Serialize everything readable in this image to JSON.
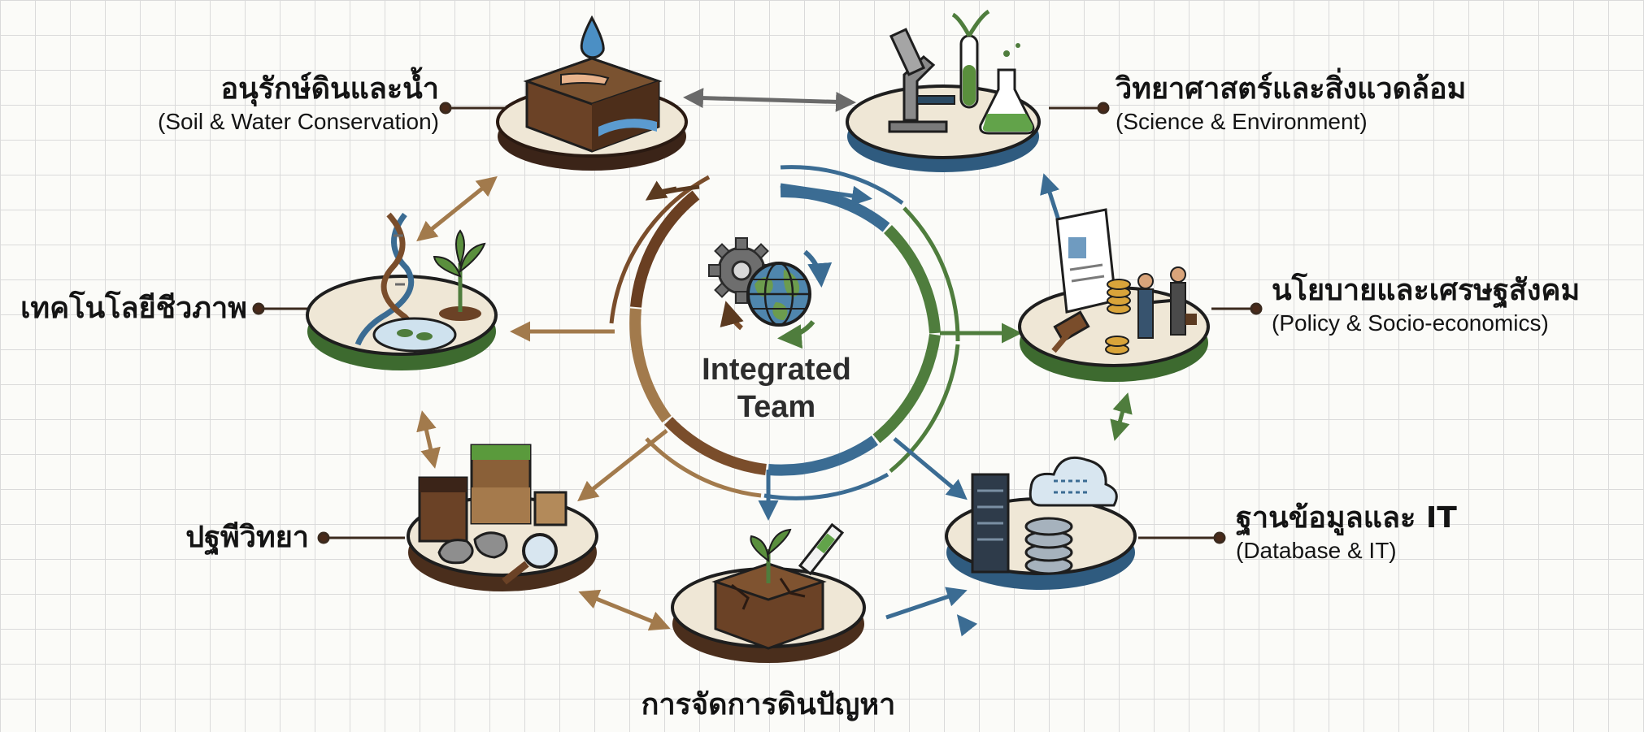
{
  "center": {
    "line1": "Integrated",
    "line2": "Team"
  },
  "nodes": {
    "soil_water": {
      "th": "อนุรักษ์ดินและน้ำ",
      "en": "(Soil & Water Conservation)"
    },
    "science": {
      "th": "วิทยาศาสตร์และสิ่งแวดล้อม",
      "en": "(Science & Environment)"
    },
    "policy": {
      "th": "นโยบายและเศรษฐสังคม",
      "en": "(Policy & Socio-economics)"
    },
    "database": {
      "th": "ฐานข้อมูลและ IT",
      "en": "(Database & IT)"
    },
    "problem_soil": {
      "th": "การจัดการดินปัญหา"
    },
    "pedology": {
      "th": "ปฐพีวิทยา"
    },
    "biotech": {
      "th": "เทคโนโลยีชีวภาพ"
    }
  },
  "colors": {
    "brown": "#7a4d2b",
    "tan": "#a27a4c",
    "blue": "#3b6c93",
    "green": "#4f7d3d",
    "dark": "#1e1e1e"
  }
}
